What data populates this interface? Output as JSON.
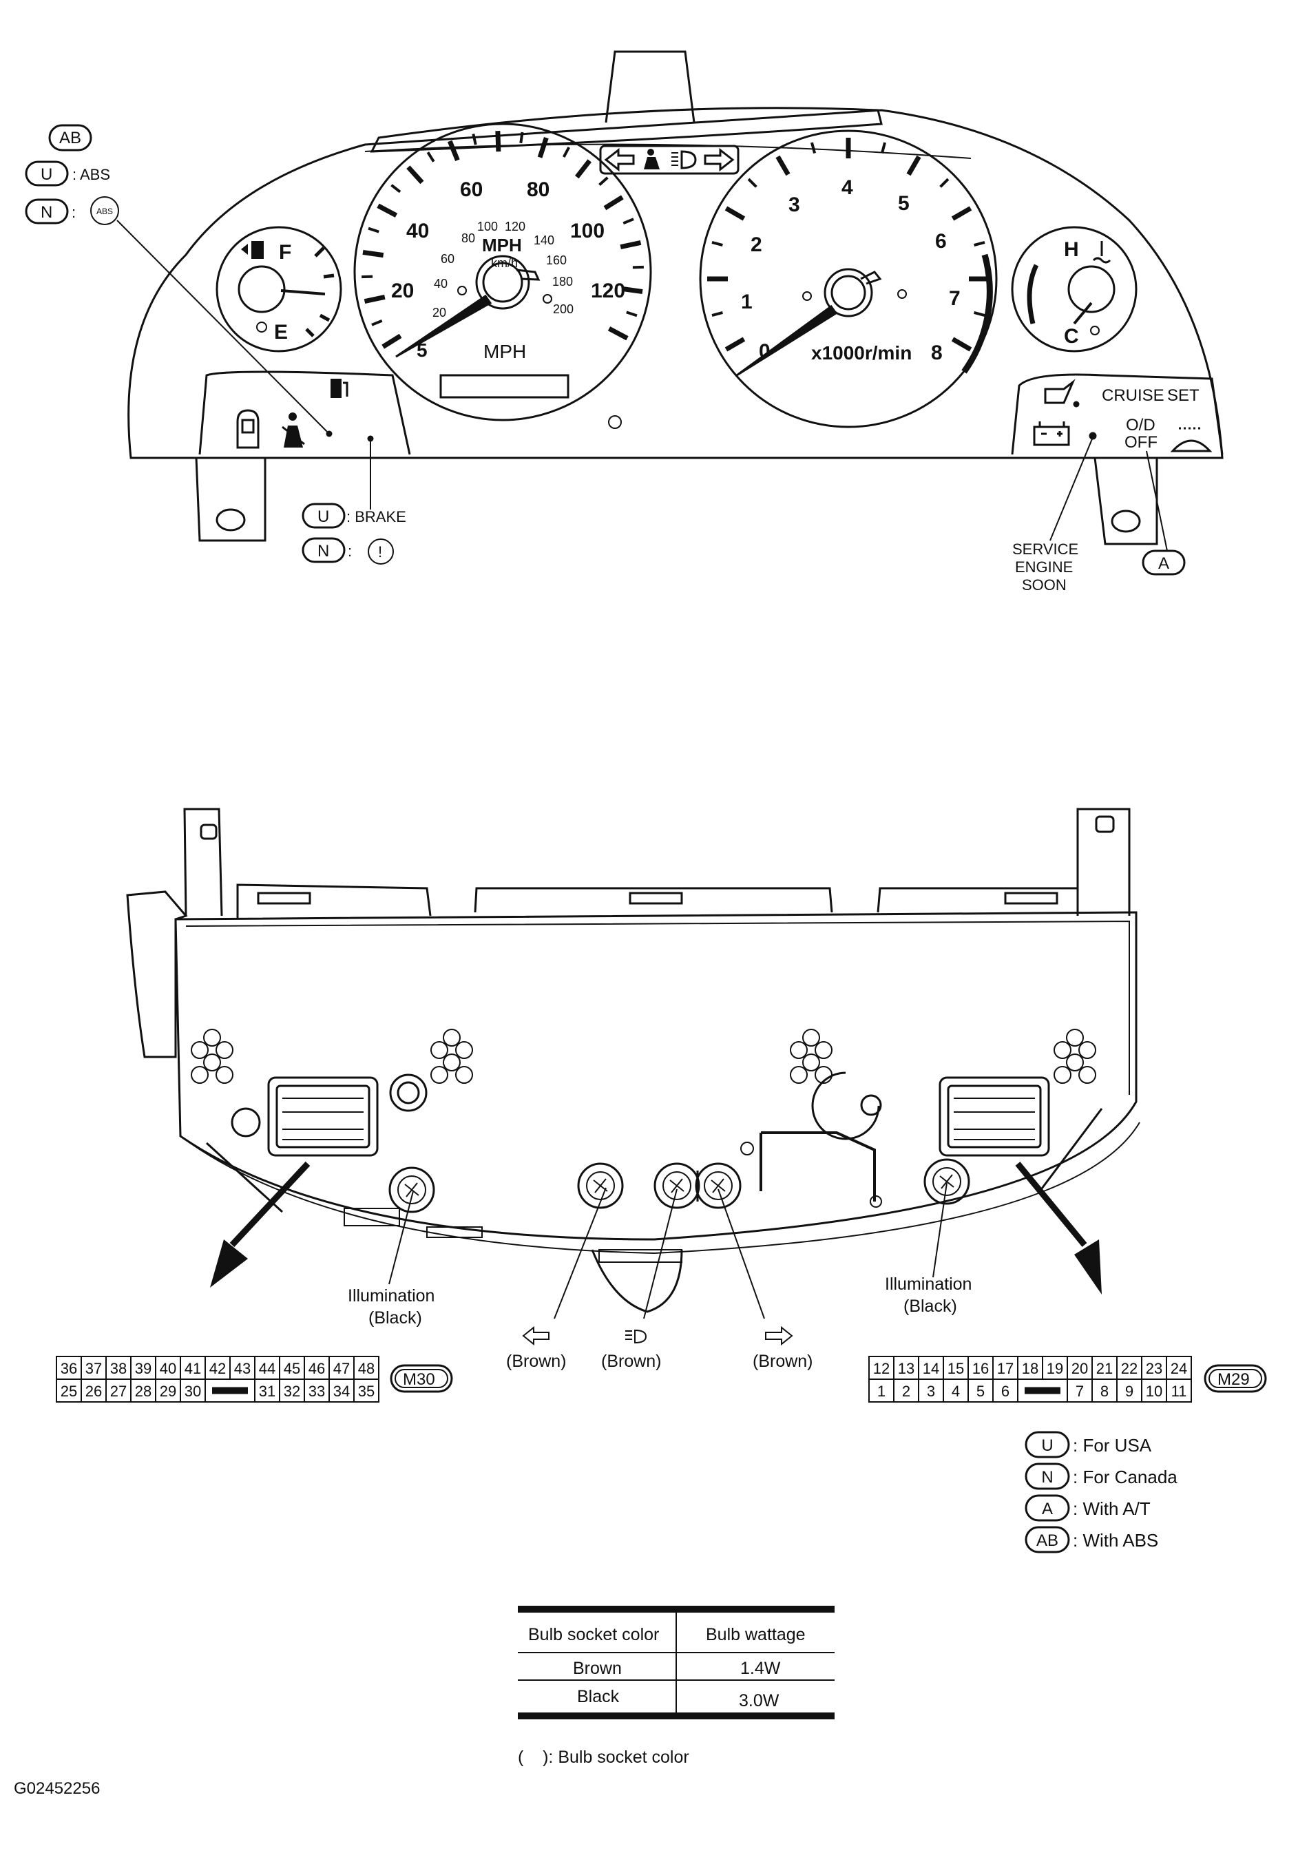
{
  "top": {
    "callout_ab": "AB",
    "callout_u": "U",
    "callout_n": "N",
    "callout_a": "A",
    "abs_text": ": ABS",
    "abs_symbol": "ABS",
    "brake_text": ": BRAKE",
    "brake_symbol": "!",
    "service_engine_soon": [
      "SERVICE",
      "ENGINE",
      "SOON"
    ],
    "cruise": "CRUISE",
    "set": "SET",
    "od": "O/D",
    "off": "OFF",
    "fuel_f": "F",
    "fuel_e": "E",
    "temp_h": "H",
    "temp_c": "C",
    "speedo": {
      "mph_unit": "MPH",
      "kmh_unit": "km/h",
      "bottom_unit": "MPH",
      "mph_major": [
        "5",
        "20",
        "40",
        "60",
        "80",
        "100",
        "120"
      ],
      "mph_minor": [
        "60",
        "80"
      ],
      "kmh": [
        "20",
        "40",
        "100",
        "120",
        "140",
        "160",
        "180",
        "200"
      ]
    },
    "tacho": {
      "numbers": [
        "0",
        "1",
        "2",
        "3",
        "4",
        "5",
        "6",
        "7",
        "8"
      ],
      "unit": "x1000r/min"
    }
  },
  "bottom": {
    "left_connector_id": "M30",
    "right_connector_id": "M29",
    "left_rows": [
      [
        "36",
        "37",
        "38",
        "39",
        "40",
        "41",
        "42",
        "43",
        "44",
        "45",
        "46",
        "47",
        "48"
      ],
      [
        "25",
        "26",
        "27",
        "28",
        "29",
        "30",
        "",
        "31",
        "32",
        "33",
        "34",
        "35"
      ]
    ],
    "right_rows": [
      [
        "12",
        "13",
        "14",
        "15",
        "16",
        "17",
        "18",
        "19",
        "20",
        "21",
        "22",
        "23",
        "24"
      ],
      [
        "1",
        "2",
        "3",
        "4",
        "5",
        "6",
        "",
        "7",
        "8",
        "9",
        "10",
        "11"
      ]
    ],
    "labels": {
      "illumination_left": [
        "Illumination",
        "(Black)"
      ],
      "illumination_right": [
        "Illumination",
        "(Black)"
      ],
      "brown": "(Brown)"
    }
  },
  "legend": [
    {
      "code": "U",
      "text": ": For USA"
    },
    {
      "code": "N",
      "text": ": For Canada"
    },
    {
      "code": "A",
      "text": ": With A/T"
    },
    {
      "code": "AB",
      "text": ": With ABS"
    }
  ],
  "bulb_table": {
    "headers": [
      "Bulb socket color",
      "Bulb wattage"
    ],
    "rows": [
      [
        "Brown",
        "1.4W"
      ],
      [
        "Black",
        "3.0W"
      ]
    ]
  },
  "footnote": "(    ): Bulb socket color",
  "figure_id": "G02452256"
}
